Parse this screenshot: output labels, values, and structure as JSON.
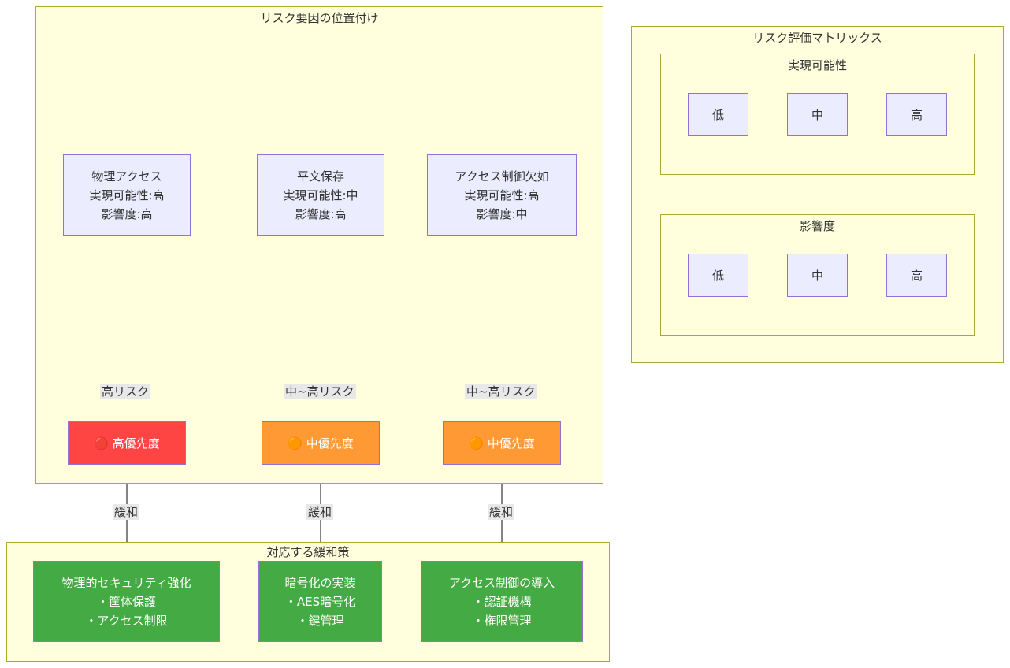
{
  "clusters": {
    "positioning": {
      "title": "リスク要因の位置付け"
    },
    "matrix": {
      "title": "リスク評価マトリックス"
    },
    "feasibility": {
      "title": "実現可能性",
      "levels": [
        "低",
        "中",
        "高"
      ]
    },
    "impact": {
      "title": "影響度",
      "levels": [
        "低",
        "中",
        "高"
      ]
    },
    "mitigation": {
      "title": "対応する緩和策"
    }
  },
  "risks": [
    {
      "lines": [
        "物理アクセス",
        "実現可能性:高",
        "影響度:高"
      ],
      "edge_label": "高リスク",
      "priority": "🔴 高優先度",
      "priority_level": "high",
      "mitigation_edge_label": "緩和",
      "mitigation_lines": [
        "物理的セキュリティ強化",
        "・筐体保護",
        "・アクセス制限"
      ]
    },
    {
      "lines": [
        "平文保存",
        "実現可能性:中",
        "影響度:高"
      ],
      "edge_label": "中~高リスク",
      "priority": "🟠 中優先度",
      "priority_level": "medium",
      "mitigation_edge_label": "緩和",
      "mitigation_lines": [
        "暗号化の実装",
        "・AES暗号化",
        "・鍵管理"
      ]
    },
    {
      "lines": [
        "アクセス制御欠如",
        "実現可能性:高",
        "影響度:中"
      ],
      "edge_label": "中~高リスク",
      "priority": "🟠 中優先度",
      "priority_level": "medium",
      "mitigation_edge_label": "緩和",
      "mitigation_lines": [
        "アクセス制御の導入",
        "・認証機構",
        "・権限管理"
      ]
    }
  ],
  "colors": {
    "cluster_fill": "#ffffde",
    "cluster_border": "#aaaa33",
    "node_fill": "#ececff",
    "node_border": "#9370db",
    "high_priority": "#ff4444",
    "medium_priority": "#ff9933",
    "mitigation": "#44aa44",
    "edge_label_bg": "#e8e8e8"
  }
}
